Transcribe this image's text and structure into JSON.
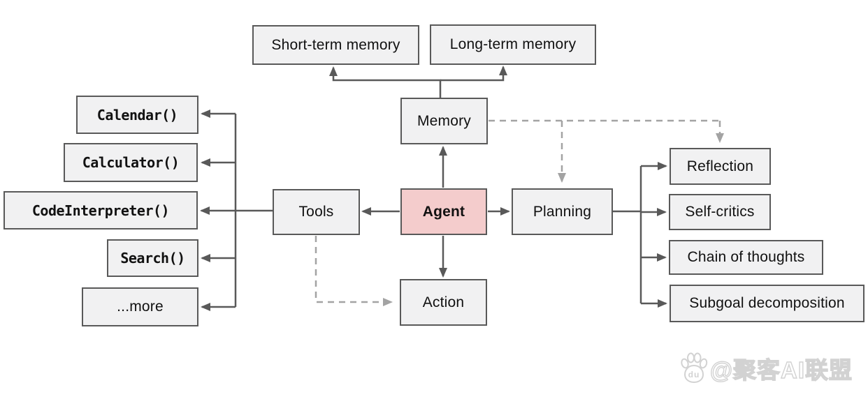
{
  "diagram": {
    "title_hint": "LLM agent architecture overview",
    "nodes": {
      "short_term_memory": {
        "label": "Short-term memory"
      },
      "long_term_memory": {
        "label": "Long-term memory"
      },
      "memory": {
        "label": "Memory"
      },
      "agent": {
        "label": "Agent"
      },
      "tools": {
        "label": "Tools"
      },
      "planning": {
        "label": "Planning"
      },
      "action": {
        "label": "Action"
      },
      "calendar": {
        "label": "Calendar()"
      },
      "calculator": {
        "label": "Calculator()"
      },
      "code_interpreter": {
        "label": "CodeInterpreter()"
      },
      "search": {
        "label": "Search()"
      },
      "more": {
        "label": "...more"
      },
      "reflection": {
        "label": "Reflection"
      },
      "self_critics": {
        "label": "Self-critics"
      },
      "chain_of_thoughts": {
        "label": "Chain of thoughts"
      },
      "subgoal_decomposition": {
        "label": "Subgoal decomposition"
      }
    },
    "colors": {
      "box_fill": "#f1f1f2",
      "box_border": "#595959",
      "agent_fill": "#f4cccc",
      "solid_line": "#595959",
      "dashed_line": "#a3a3a3",
      "text": "#111111",
      "watermark": "#d2d2d2"
    }
  },
  "watermark": {
    "text": "@聚客AI联盟",
    "icon": "baidu-paw-icon",
    "icon_text": "du"
  }
}
